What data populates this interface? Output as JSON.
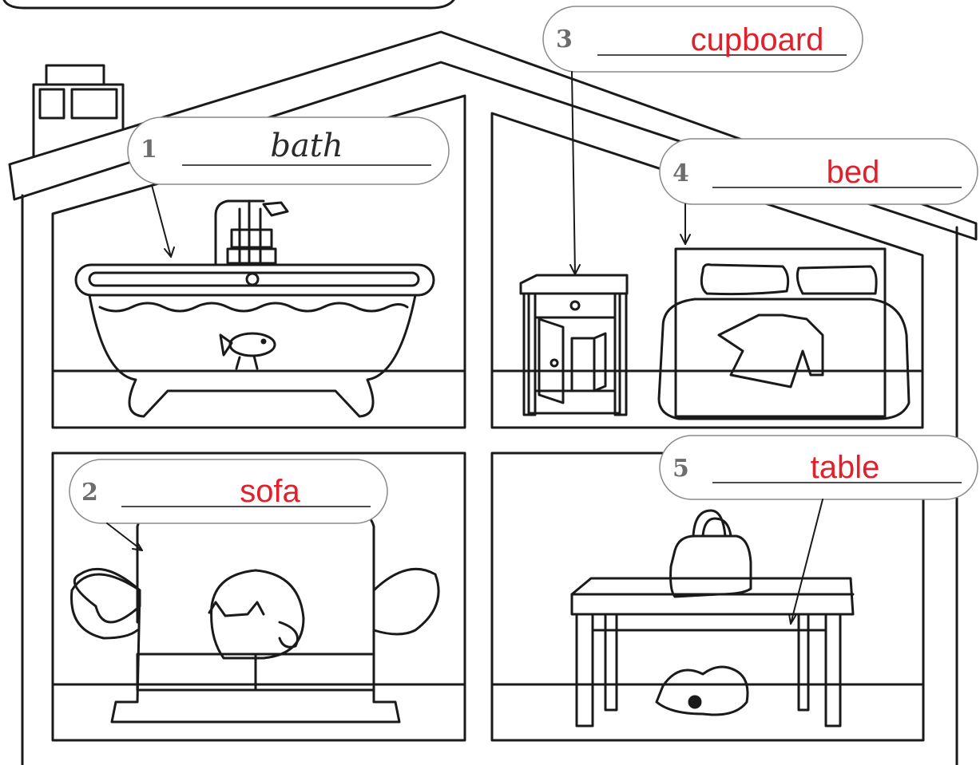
{
  "labels": [
    {
      "number": "1",
      "answer": "bath",
      "style": "handwritten",
      "color": "#2a2a2a"
    },
    {
      "number": "2",
      "answer": "sofa",
      "style": "typed",
      "color": "#e0202a"
    },
    {
      "number": "3",
      "answer": "cupboard",
      "style": "typed",
      "color": "#e0202a"
    },
    {
      "number": "4",
      "answer": "bed",
      "style": "typed",
      "color": "#e0202a"
    },
    {
      "number": "5",
      "answer": "table",
      "style": "typed",
      "color": "#e0202a"
    }
  ],
  "colors": {
    "outline": "#1a1a1a",
    "label_border": "#8a8a8a",
    "answer": "#e0202a"
  }
}
